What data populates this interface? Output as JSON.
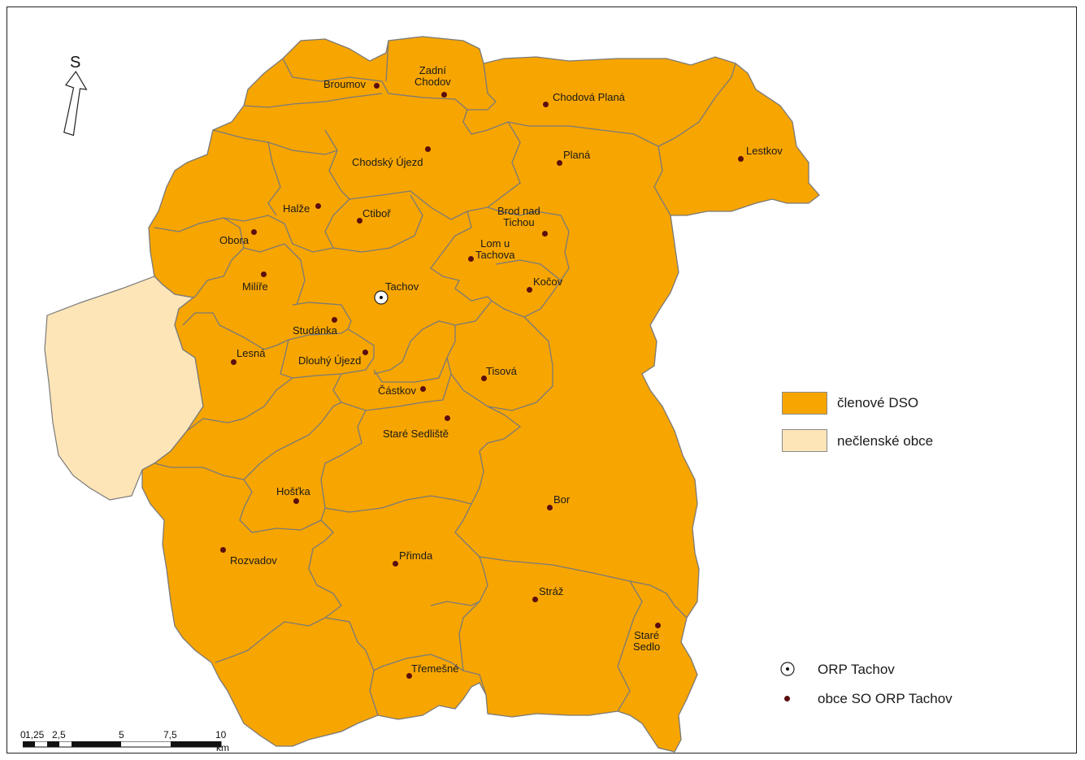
{
  "map": {
    "north_label": "S",
    "colors": {
      "member": "#f7a500",
      "non_member": "#fde5b8",
      "border": "#7a7a7a",
      "municipality_dot": "#5a0e0e"
    },
    "municipalities": [
      {
        "name": "Broumov"
      },
      {
        "name": "Zadní\nChodov"
      },
      {
        "name": "Chodová Planá"
      },
      {
        "name": "Lestkov"
      },
      {
        "name": "Chodský Újezd"
      },
      {
        "name": "Planá"
      },
      {
        "name": "Halže"
      },
      {
        "name": "Ctiboř"
      },
      {
        "name": "Brod nad\nTichou"
      },
      {
        "name": "Obora"
      },
      {
        "name": "Lom u\nTachova"
      },
      {
        "name": "Milíře"
      },
      {
        "name": "Tachov"
      },
      {
        "name": "Kočov"
      },
      {
        "name": "Studánka"
      },
      {
        "name": "Lesná"
      },
      {
        "name": "Dlouhý Újezd"
      },
      {
        "name": "Tisová"
      },
      {
        "name": "Částkov"
      },
      {
        "name": "Staré Sedliště"
      },
      {
        "name": "Hošťka"
      },
      {
        "name": "Bor"
      },
      {
        "name": "Rozvadov"
      },
      {
        "name": "Přimda"
      },
      {
        "name": "Stráž"
      },
      {
        "name": "Staré\nSedlo"
      },
      {
        "name": "Třemešné"
      }
    ]
  },
  "legend": {
    "member_label": "členové DSO",
    "non_member_label": "nečlenské obce",
    "orp_label": "ORP Tachov",
    "obce_label": "obce SO ORP Tachov"
  },
  "scale": {
    "ticks": [
      "0",
      "1,25",
      "2,5",
      "5",
      "7,5",
      "10"
    ],
    "unit": "km"
  }
}
